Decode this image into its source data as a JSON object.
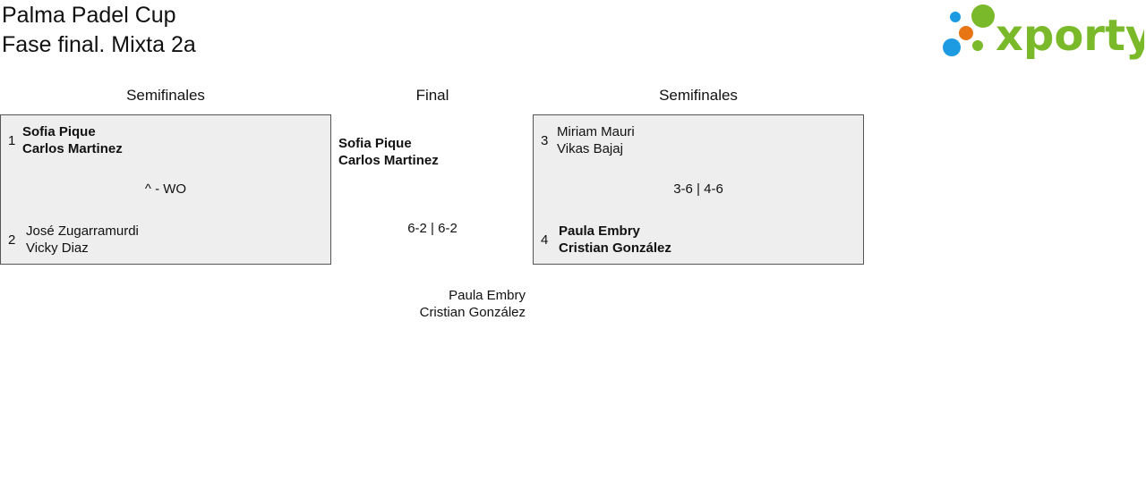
{
  "header": {
    "title_line1": "Palma Padel Cup",
    "title_line2": "Fase final. Mixta 2a"
  },
  "logo": {
    "text": "xporty",
    "icon": "colored-dots-logo",
    "colors": {
      "green": "#7ab929",
      "blue": "#1d9be2",
      "orange": "#e87514"
    }
  },
  "rounds": {
    "left": "Semifinales",
    "final": "Final",
    "right": "Semifinales"
  },
  "semifinal_left": {
    "team1": {
      "seed": "1",
      "player1": "Sofia Pique",
      "player2": "Carlos Martinez",
      "winner": true
    },
    "team2": {
      "seed": "2",
      "player1": "José Zugarramurdi",
      "player2": "Vicky Diaz",
      "winner": false
    },
    "score": "^ - WO"
  },
  "semifinal_right": {
    "team1": {
      "seed": "3",
      "player1": "Miriam Mauri",
      "player2": "Vikas Bajaj",
      "winner": false
    },
    "team2": {
      "seed": "4",
      "player1": "Paula Embry",
      "player2": "Cristian González",
      "winner": true
    },
    "score": "3-6 | 4-6"
  },
  "final": {
    "team_top": {
      "player1": "Sofia Pique",
      "player2": "Carlos Martinez",
      "winner": true
    },
    "score": "6-2 | 6-2",
    "team_bottom": {
      "player1": "Paula Embry",
      "player2": "Cristian González",
      "winner": false
    }
  },
  "colors": {
    "match_bg": "#eeeeee",
    "match_border": "#555555",
    "text": "#111111"
  }
}
